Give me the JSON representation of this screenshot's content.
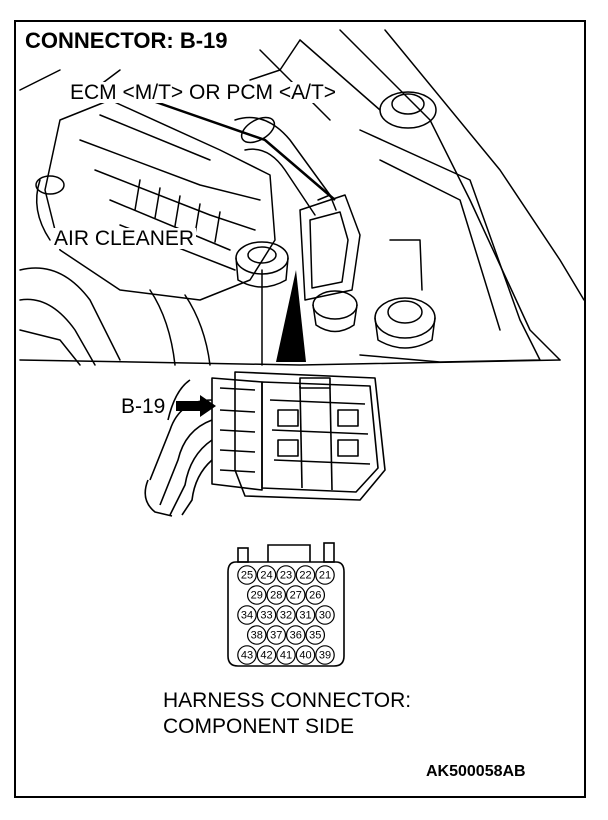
{
  "title": "CONNECTOR: B-19",
  "ecm_label": "ECM <M/T> OR PCM <A/T>",
  "air_cleaner_label": "AIR CLEANER",
  "connector_callout": "B-19",
  "harness_line1": "HARNESS CONNECTOR:",
  "harness_line2": "COMPONENT SIDE",
  "reference_code": "AK500058AB",
  "pin_rows": [
    [
      "25",
      "24",
      "23",
      "22",
      "21"
    ],
    [
      "29",
      "28",
      "27",
      "26"
    ],
    [
      "34",
      "33",
      "32",
      "31",
      "30"
    ],
    [
      "38",
      "37",
      "36",
      "35"
    ],
    [
      "43",
      "42",
      "41",
      "40",
      "39"
    ]
  ]
}
